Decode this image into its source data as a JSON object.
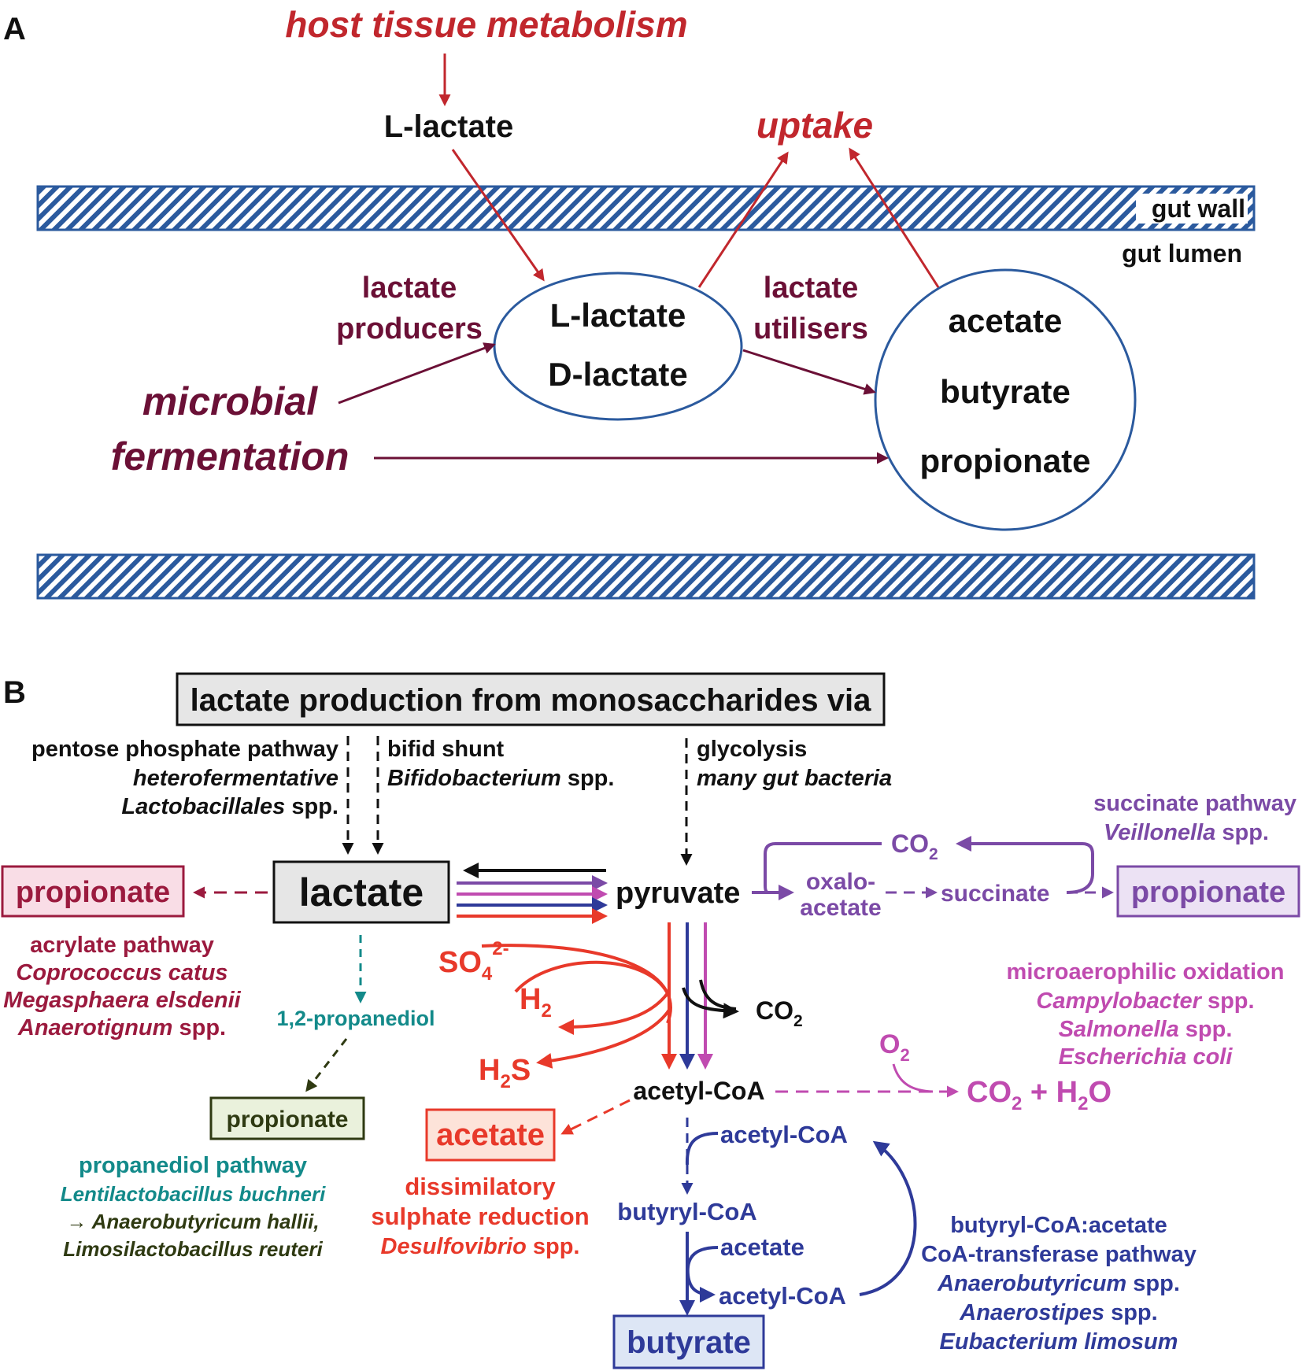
{
  "panel_a": {
    "label": "A",
    "host_tissue": "host tissue metabolism",
    "l_lactate_host": "L-lactate",
    "uptake": "uptake",
    "gut_wall": "gut wall",
    "gut_lumen": "gut lumen",
    "lactate_producers_1": "lactate",
    "lactate_producers_2": "producers",
    "lactate_pool_1": "L-lactate",
    "lactate_pool_2": "D-lactate",
    "lactate_utilisers_1": "lactate",
    "lactate_utilisers_2": "utilisers",
    "scfa_1": "acetate",
    "scfa_2": "butyrate",
    "scfa_3": "propionate",
    "microbial_1": "microbial",
    "microbial_2": "fermentation"
  },
  "panel_b": {
    "label": "B",
    "header": "lactate production from monosaccharides via",
    "ppp": "pentose phosphate pathway",
    "ppp_org1": "heterofermentative",
    "ppp_org2": "Lactobacillales",
    "spp": "spp.",
    "bifid": "bifid shunt",
    "bifid_org": "Bifidobacterium",
    "glycolysis": "glycolysis",
    "glycolysis_org": "many gut bacteria",
    "lactate": "lactate",
    "pyruvate": "pyruvate",
    "propionate_left": "propionate",
    "acrylate": "acrylate pathway",
    "acr_org1": "Coprococcus catus",
    "acr_org2": "Megasphaera elsdenii",
    "acr_org3": "Anaerotignum",
    "propanediol_mol": "1,2-propanediol",
    "propionate_green": "propionate",
    "pdo_pathway": "propanediol pathway",
    "pdo_org1": "Lentilactobacillus buchneri",
    "pdo_org2": "→ Anaerobutyricum hallii,",
    "pdo_org3": "Limosilactobacillus reuteri",
    "so4": "SO",
    "so4_sub": "4",
    "so4_sup": "2-",
    "h2": "H",
    "h2_sub": "2",
    "h2s_a": "H",
    "h2s_sub": "2",
    "h2s_b": "S",
    "acetate_box": "acetate",
    "dsr_1": "dissimilatory",
    "dsr_2": "sulphate reduction",
    "dsr_org": "Desulfovibrio",
    "co2": "CO",
    "co2_sub": "2",
    "acetyl_coa": "acetyl-CoA",
    "o2": "O",
    "o2_sub": "2",
    "co2h2o_a": "CO",
    "co2h2o_sub1": "2",
    "co2h2o_b": " + H",
    "co2h2o_sub2": "2",
    "co2h2o_c": "O",
    "micro_1": "microaerophilic oxidation",
    "micro_org1": "Campylobacter",
    "micro_org2": "Salmonella",
    "micro_org3": "Escherichia coli",
    "succ_pathway": "succinate pathway",
    "succ_org": "Veillonella",
    "succ_co2": "CO",
    "succ_co2_sub": "2",
    "oxalo_1": "oxalo-",
    "oxalo_2": "acetate",
    "succinate": "succinate",
    "propionate_right": "propionate",
    "acetyl_coa_2": "acetyl-CoA",
    "butyryl_coa": "butyryl-CoA",
    "acetate_blue": "acetate",
    "acetyl_coa_3": "acetyl-CoA",
    "butyrate": "butyrate",
    "bcat_1": "butyryl-CoA:acetate",
    "bcat_2": "CoA-transferase pathway",
    "bcat_org1": "Anaerobutyricum",
    "bcat_org2": "Anaerostipes",
    "bcat_org3": "Eubacterium limosum"
  },
  "colors": {
    "host_red": "#c1272d",
    "microbial_maroon": "#6b1036",
    "blue_outline": "#2b5a9e",
    "propionate_red": "#9b1a3e",
    "teal": "#138a8a",
    "olive": "#2f3a12",
    "sulphate_red": "#e8392a",
    "blue": "#2e3a99",
    "purple": "#7b4aa6",
    "magenta": "#c04bb0"
  }
}
